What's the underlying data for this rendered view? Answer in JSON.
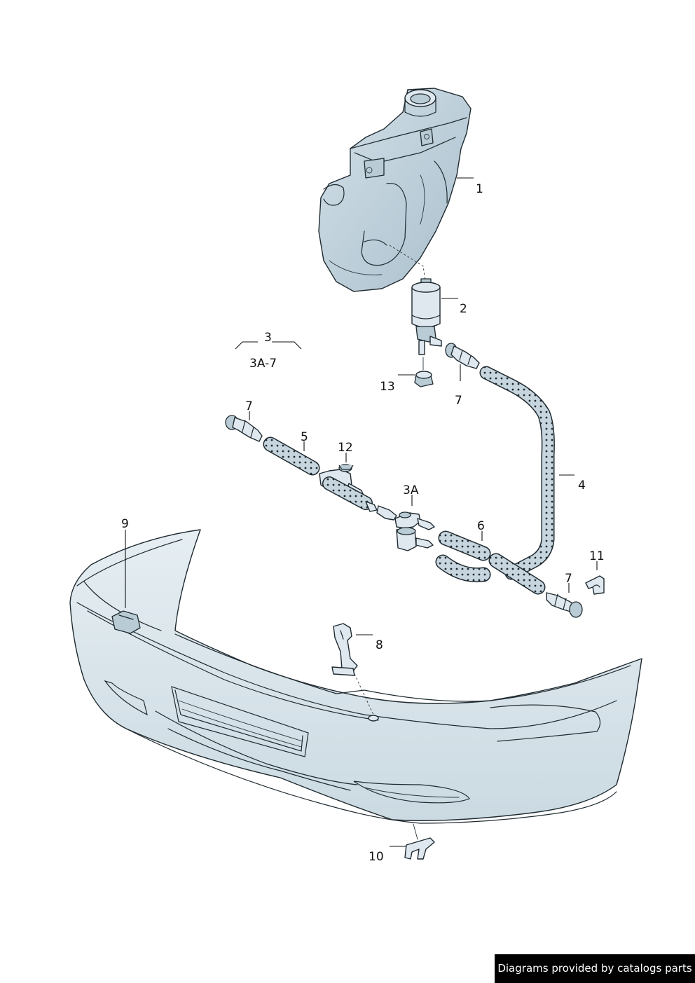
{
  "labels": {
    "l1": "1",
    "l2": "2",
    "l3": "3",
    "l3_sub": "3A-7",
    "l4": "4",
    "l5": "5",
    "l6": "6",
    "l7a": "7",
    "l7b": "7",
    "l7c": "7",
    "l8": "8",
    "l9": "9",
    "l10": "10",
    "l11": "11",
    "l12": "12",
    "l13": "13",
    "l3a": "3A"
  },
  "footer": {
    "credit": "Diagrams provided by catalogs parts"
  }
}
